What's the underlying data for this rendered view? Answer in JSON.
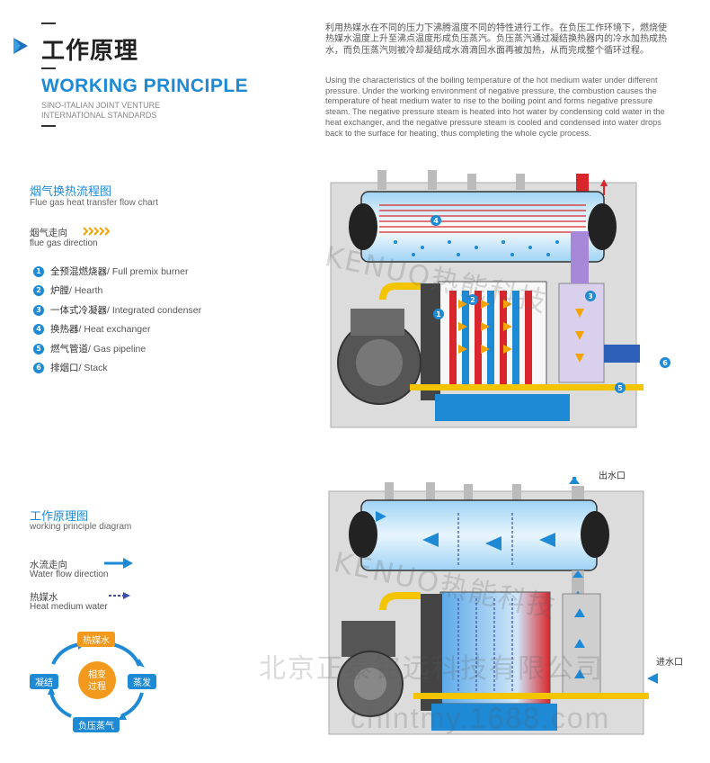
{
  "header": {
    "title_cn": "工作原理",
    "title_en": "WORKING PRINCIPLE",
    "subtitle_line1": "SINO-ITALIAN JOINT VENTURE",
    "subtitle_line2": "INTERNATIONAL STANDARDS"
  },
  "intro": {
    "cn": "利用热媒水在不同的压力下沸腾温度不同的特性进行工作。在负压工作环境下，燃烧使热媒水温度上升至沸点温度形成负压蒸汽。负压蒸汽通过凝结换热器内的冷水加热成热水，而负压蒸汽则被冷却凝结成水滴滴回水面再被加热，从而完成整个循环过程。",
    "en": "Using the characteristics of the boiling temperature of the hot medium water under different pressure. Under the working environment of negative pressure, the combustion causes the temperature of heat medium water to rise to the boiling point and forms negative pressure steam. The negative pressure steam is heated into hot water by condensing cold water in the heat exchanger, and the negative pressure steam is cooled and condensed into water drops back to the surface for heating, thus completing the whole cycle process."
  },
  "flue_section": {
    "title_cn": "烟气换热流程图",
    "title_en": "Flue gas heat transfer flow chart",
    "direction_cn": "烟气走向",
    "direction_en": "flue gas direction",
    "items": [
      {
        "num": "1",
        "cn": "全预混燃烧器",
        "en": " / Full premix burner"
      },
      {
        "num": "2",
        "cn": "炉膛",
        "en": " / Hearth"
      },
      {
        "num": "3",
        "cn": "一体式冷凝器",
        "en": " / Integrated condenser"
      },
      {
        "num": "4",
        "cn": "换热器",
        "en": " / Heat exchanger"
      },
      {
        "num": "5",
        "cn": "燃气管道",
        "en": "  / Gas pipeline"
      },
      {
        "num": "6",
        "cn": "排烟口",
        "en": " / Stack"
      }
    ],
    "diagram_labels": [
      "4",
      "1",
      "2",
      "3",
      "5",
      "6"
    ]
  },
  "principle_section": {
    "title_cn": "工作原理图",
    "title_en": "working principle diagram",
    "water_cn": "水流走向",
    "water_en": "Water flow direction",
    "medium_cn": "热媒水",
    "medium_en": "Heat medium water",
    "outlet_label": "出水口",
    "inlet_label": "进水口"
  },
  "cycle": {
    "center_line1": "相变",
    "center_line2": "过程",
    "top": "热媒水",
    "right": "蒸发",
    "bottom": "负压蒸气",
    "left": "凝结"
  },
  "watermarks": {
    "brand_1": "KENUO热能科技",
    "brand_2": "KENUO热能科技",
    "company": "北京正泰铭远科技有限公司",
    "site": "chintmy.1688.com"
  },
  "colors": {
    "accent": "#1e8ad6",
    "cycle_top": "#f39a1e",
    "cycle_right": "#1e8ad6",
    "cycle_bottom": "#1e8ad6",
    "cycle_left": "#1e8ad6",
    "cycle_center": "#f39a1e"
  }
}
